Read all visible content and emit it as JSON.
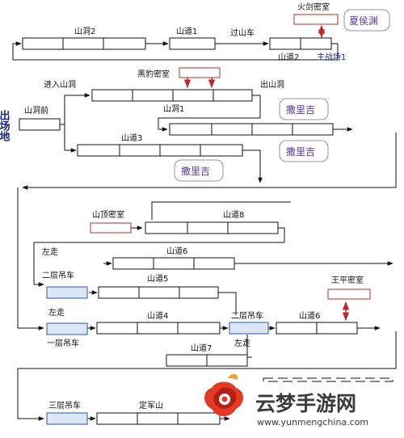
{
  "labels": {
    "shandong2": "山洞2",
    "shandao1_top": "山道1",
    "guoshanche": "过山车",
    "huojian": "火剑密室",
    "xiahou": "夏侯渊",
    "shandao2": "山道2",
    "zhuzhanchang": "主战场1",
    "heiyue": "黑豹密室",
    "jinru": "进入山洞",
    "chushandong": "出山洞",
    "chuchangdi": "出场地",
    "shandongqian": "山洞前",
    "shandong1": "山洞1",
    "zaliji_1": "撒里吉",
    "zaliji_2": "撒里吉",
    "shandao3": "山道3",
    "zaliji_3": "撒里吉",
    "shanding": "山顶密室",
    "shandao8": "山道8",
    "zuozou_1": "左走",
    "shandao6_upper": "山道6",
    "erceng_left": "二层吊车",
    "shandao5": "山道5",
    "wangping": "王平密室",
    "zuozou_2": "左走",
    "shandao4": "山道4",
    "erceng_mid": "二层吊车",
    "shandao6_lower": "山道6",
    "yiceng": "一层吊车",
    "zuozou_3": "左走",
    "shandao7": "山道7",
    "sanceng": "三层吊车",
    "dingjunshan": "定军山"
  },
  "watermark": {
    "brand": "云梦手游网",
    "url": "www.yunmengchina.com"
  },
  "colors": {
    "line": "#111111",
    "box_fill": "#ffffff",
    "lift_fill": "#dbe7f7",
    "lift_border": "#2b57a8",
    "room_border": "#c0282a",
    "arrow_red": "#c0282a",
    "cloud_border": "#9c8bb5"
  }
}
